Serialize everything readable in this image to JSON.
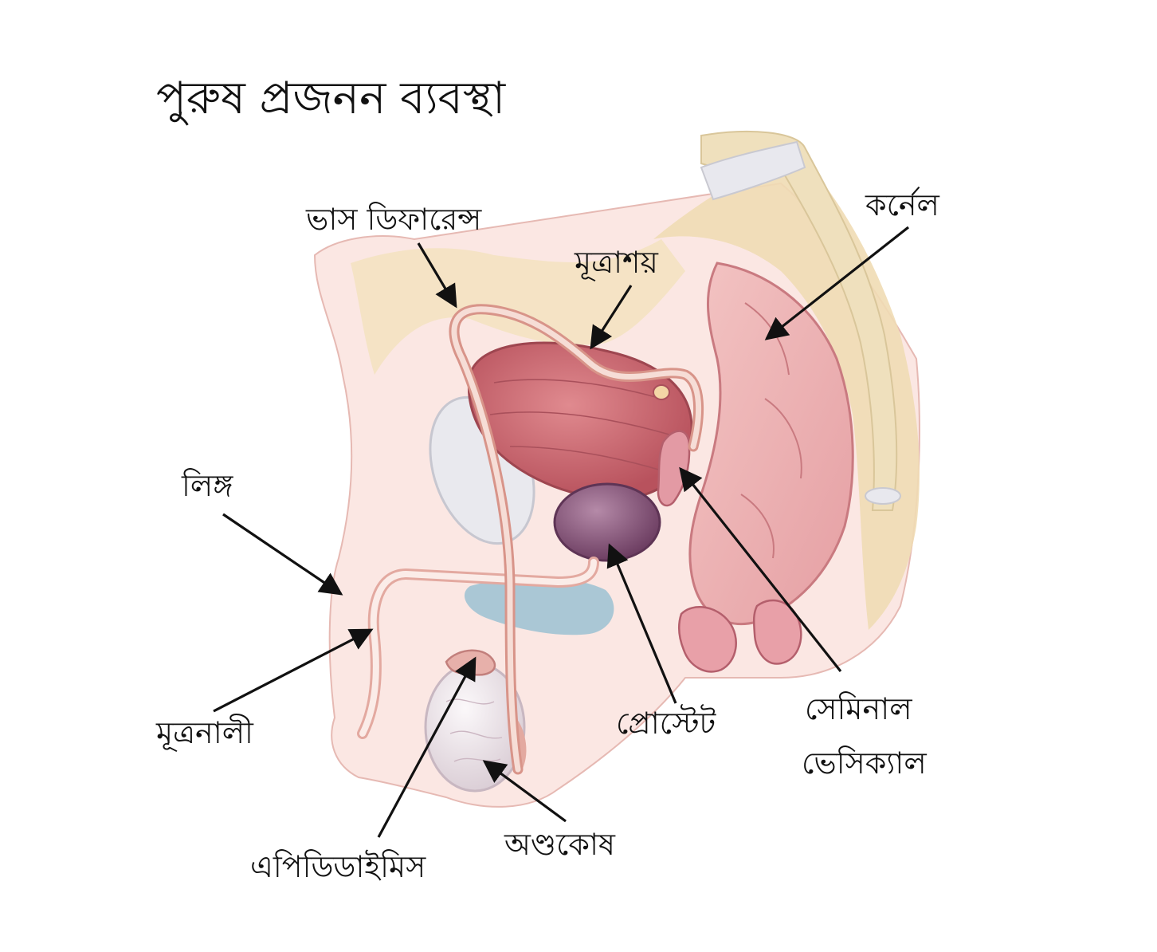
{
  "title": "পুরুষ প্রজনন ব্যবস্থা",
  "labels": {
    "vas_deferens": "ভাস ডিফারেন্স",
    "colon": "কর্নেল",
    "bladder": "মূত্রাশয়",
    "penis": "লিঙ্গ",
    "urethra": "মূত্রনালী",
    "prostate": "প্রোস্টেট",
    "seminal_vesicle_line1": "সেমিনাল",
    "seminal_vesicle_line2": "ভেসিক্যাল",
    "epididymis": "এপিডিডাইমিস",
    "testis": "অণ্ডকোষ"
  },
  "colors": {
    "skin": "#f7dcd6",
    "fat": "#f1dfb8",
    "muscle": "#d9838a",
    "bladder": "#c9626a",
    "prostate": "#8c5a7e",
    "bone": "#ecdcb8",
    "cartilage": "#e9e9ee",
    "blue_tissue": "#7fb0c4",
    "testis": "#ece7ea"
  }
}
